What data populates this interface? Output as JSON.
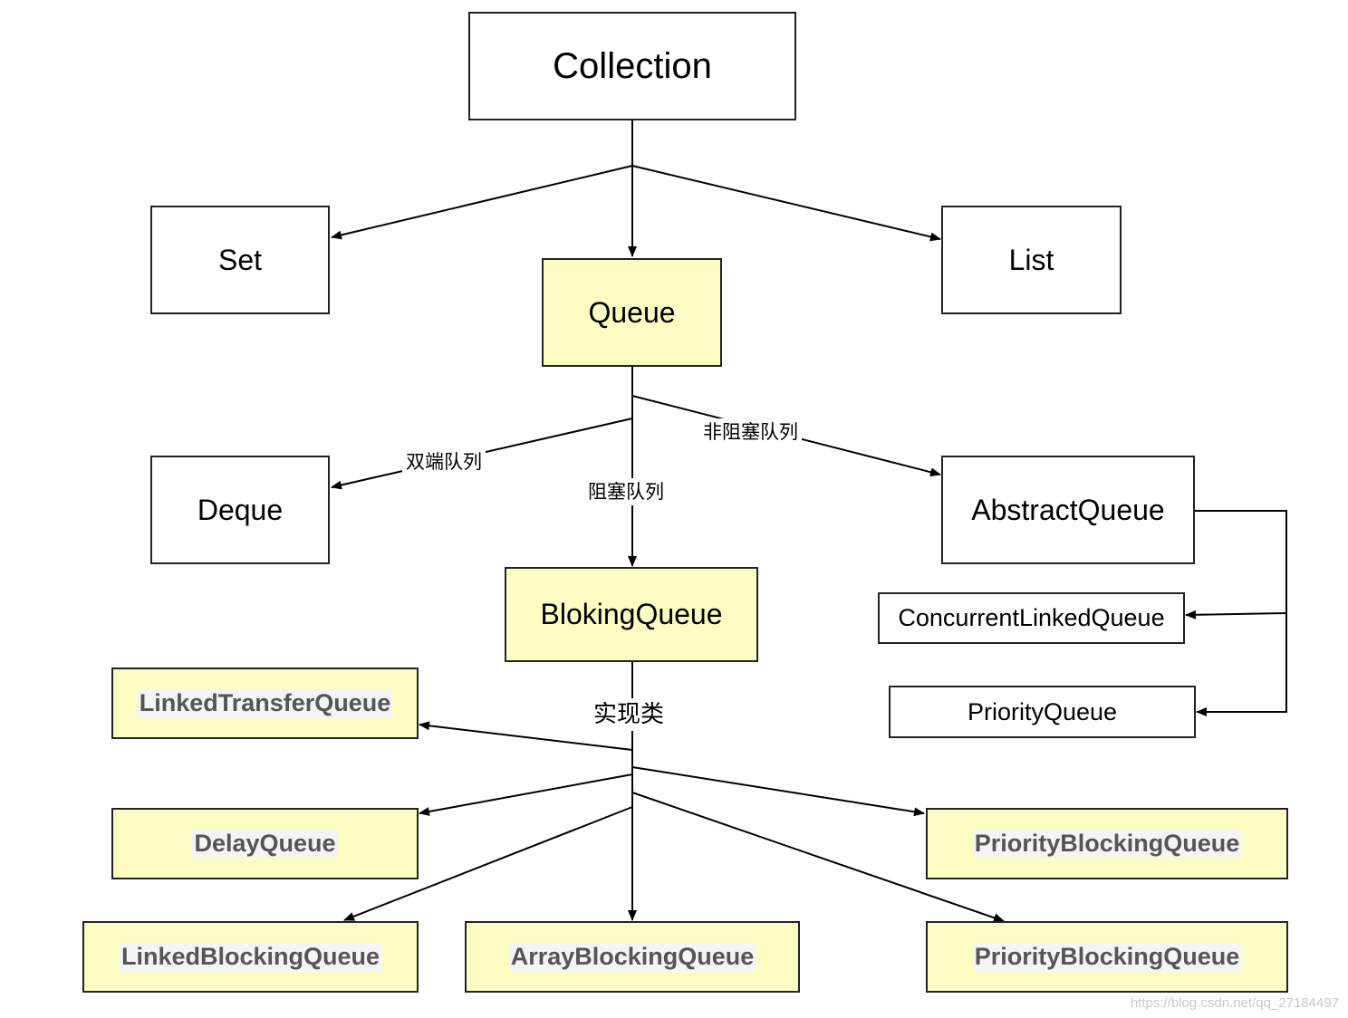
{
  "nodes": {
    "collection": "Collection",
    "set": "Set",
    "queue": "Queue",
    "list": "List",
    "deque": "Deque",
    "abstract_queue": "AbstractQueue",
    "blocking_queue": "BlokingQueue",
    "concurrent_linked_queue": "ConcurrentLinkedQueue",
    "priority_queue": "PriorityQueue",
    "linked_transfer_queue": "LinkedTransferQueue",
    "delay_queue": "DelayQueue",
    "priority_blocking_queue_1": "PriorityBlockingQueue",
    "linked_blocking_queue": "LinkedBlockingQueue",
    "array_blocking_queue": "ArrayBlockingQueue",
    "priority_blocking_queue_2": "PriorityBlockingQueue"
  },
  "edge_labels": {
    "deque": "双端队列",
    "blocking": "阻塞队列",
    "non_blocking": "非阻塞队列",
    "impl": "实现类"
  },
  "watermark": "https://blog.csdn.net/qq_27184497",
  "colors": {
    "highlight_fill": "#fcfcc3",
    "border": "#222222"
  }
}
